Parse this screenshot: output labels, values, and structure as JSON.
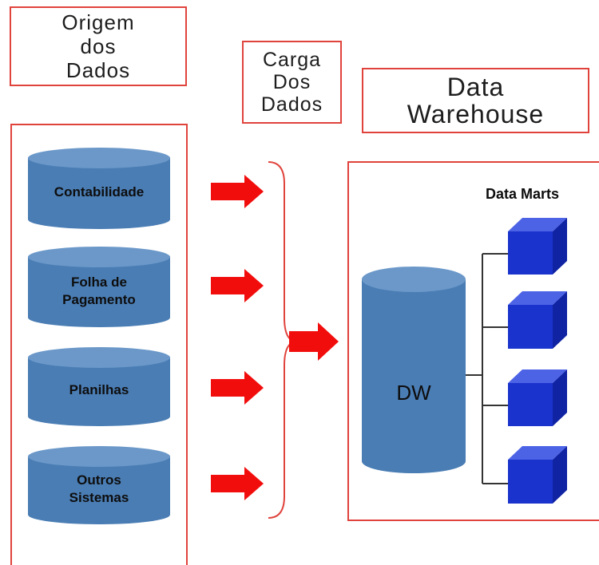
{
  "titles": {
    "origem": "Origem\ndos\nDados",
    "carga": "Carga\nDos\nDados",
    "warehouse": "Data\nWarehouse"
  },
  "sources": [
    {
      "label": "Contabilidade"
    },
    {
      "label": "Folha de\nPagamento"
    },
    {
      "label": "Planilhas"
    },
    {
      "label": "Outros\nSistemas"
    }
  ],
  "warehouse": {
    "dw_label": "DW",
    "data_marts_label": "Data Marts",
    "data_mart_count": 4
  },
  "colors": {
    "frame": "#e0433c",
    "arrow": "#f20d0d",
    "cylinder_body": "#4a7db4",
    "cylinder_top": "#6b98c9",
    "cube_front": "#1a33cc",
    "cube_top": "#4d63e6",
    "cube_side": "#0f23a3"
  }
}
